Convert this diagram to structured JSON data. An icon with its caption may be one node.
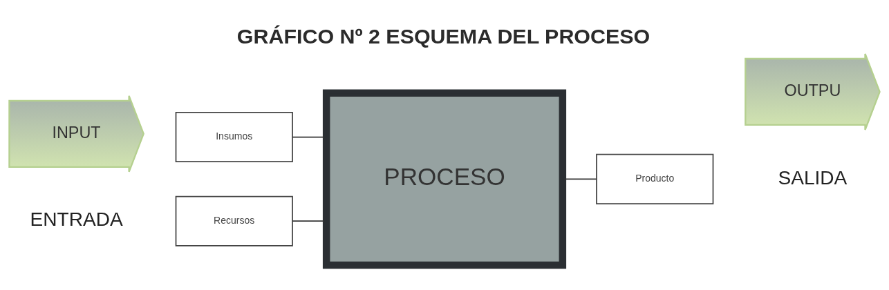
{
  "diagram": {
    "title": "GRÁFICO Nº 2 ESQUEMA DEL PROCESO",
    "nodes": [
      {
        "text": [
          "INPUT"
        ],
        "beside": [
          "ENTRADA"
        ]
      },
      {
        "text": [
          "Insumos"
        ]
      },
      {
        "text": [
          "Recursos"
        ]
      },
      {
        "text": [
          "PROCESO"
        ]
      },
      {
        "text": [
          "Producto"
        ]
      },
      {
        "text": [
          "OUTPU"
        ],
        "beside": [
          "SALIDA"
        ]
      }
    ],
    "edges": [
      {
        "from": 1,
        "to": 3,
        "arrow": "none"
      },
      {
        "from": 2,
        "to": 3,
        "arrow": "none"
      },
      {
        "from": 3,
        "to": 4,
        "arrow": "none"
      }
    ]
  }
}
